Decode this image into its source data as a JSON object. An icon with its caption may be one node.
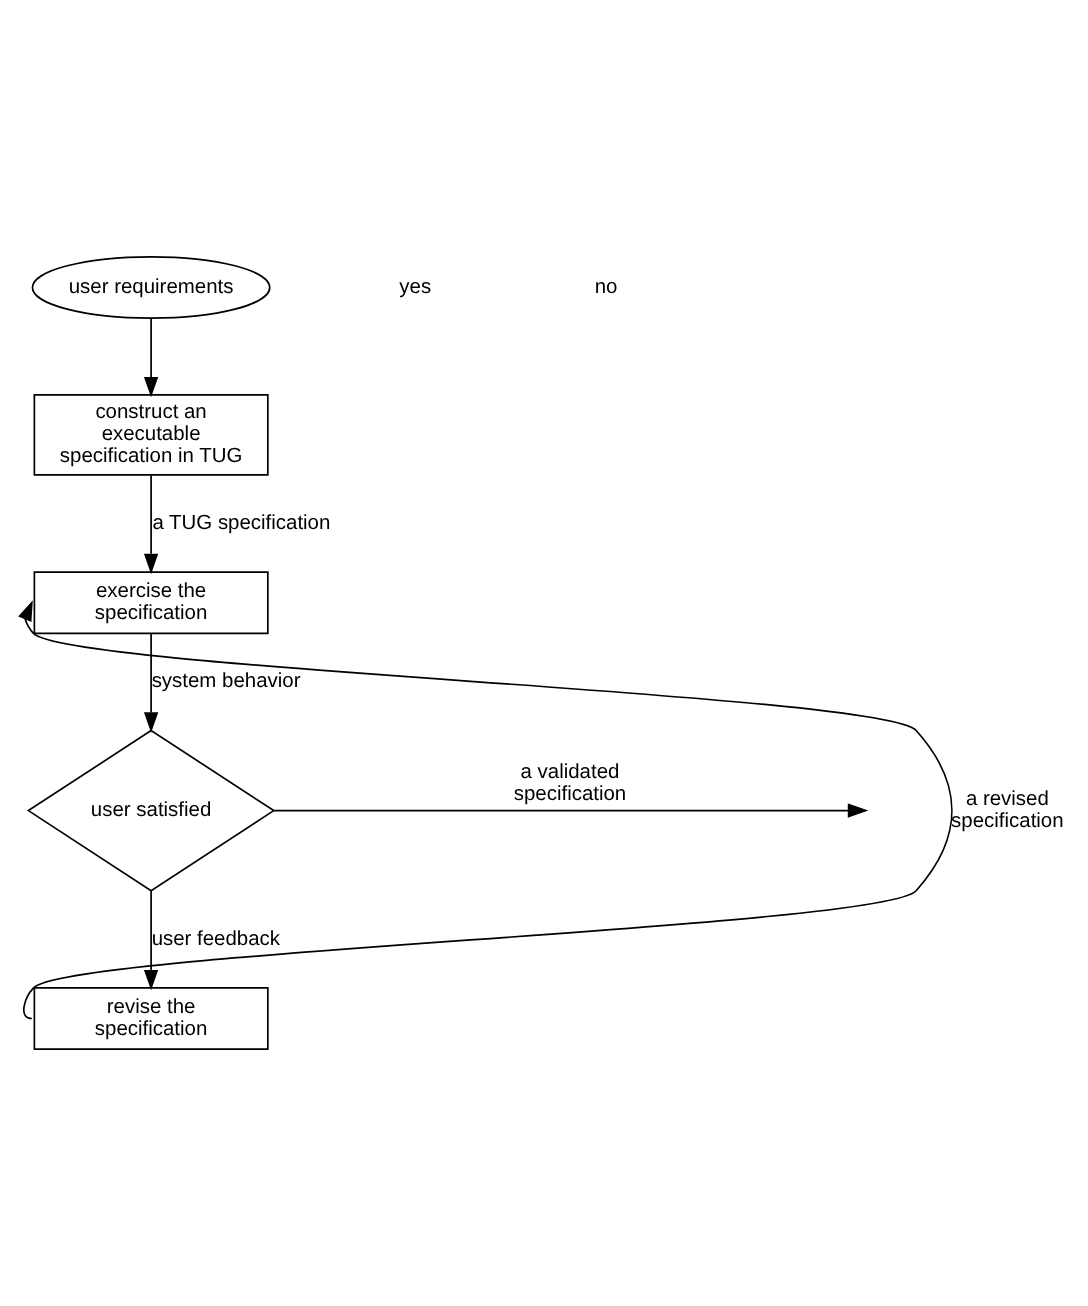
{
  "diagram": {
    "nodes": [
      {
        "text": [
          "user requirements"
        ]
      },
      {
        "text": [
          "construct an executable specification in TUG"
        ]
      },
      {
        "text": [
          "exercise the specification"
        ]
      },
      {
        "text": [
          "user satisfied"
        ]
      },
      {
        "text": [
          "revise the specification"
        ]
      }
    ],
    "edges": [
      {
        "from": 0,
        "to": 1,
        "arrow": "to"
      },
      {
        "from": 1,
        "to": 2,
        "arrow": "to",
        "label": "a TUG specification"
      },
      {
        "from": 2,
        "to": 3,
        "arrow": "to",
        "label": "system behavior"
      },
      {
        "from": 3,
        "to": null,
        "arrow": "to",
        "label": "a validated specification"
      },
      {
        "from": 3,
        "to": 4,
        "arrow": "to",
        "label": "user feedback"
      },
      {
        "from": 4,
        "to": 2,
        "arrow": "to",
        "label": "a revised specification"
      }
    ],
    "labels": [
      "yes",
      "no"
    ]
  }
}
